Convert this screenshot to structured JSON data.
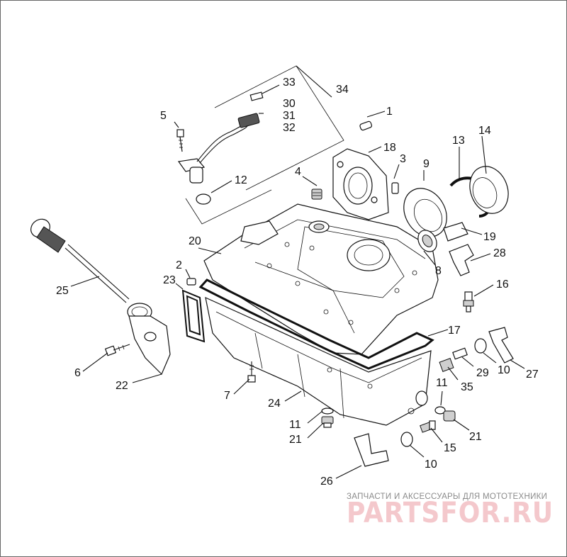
{
  "labels": {
    "l1": "1",
    "l2": "2",
    "l3": "3",
    "l4": "4",
    "l5": "5",
    "l6": "6",
    "l7": "7",
    "l8": "8",
    "l9": "9",
    "l10a": "10",
    "l10b": "10",
    "l11a": "11",
    "l11b": "11",
    "l12": "12",
    "l13": "13",
    "l14": "14",
    "l15": "15",
    "l16": "16",
    "l17": "17",
    "l18": "18",
    "l19": "19",
    "l20": "20",
    "l21a": "21",
    "l21b": "21",
    "l22": "22",
    "l23": "23",
    "l24": "24",
    "l25": "25",
    "l26": "26",
    "l27": "27",
    "l28": "28",
    "l29": "29",
    "l30": "30",
    "l31": "31",
    "l32": "32",
    "l33": "33",
    "l34": "34",
    "l35": "35"
  },
  "watermark": {
    "subtitle": "ЗАПЧАСТИ И АКСЕССУАРЫ ДЛЯ МОТОТЕХНИКИ",
    "logo": "PARTSFOR.RU"
  }
}
